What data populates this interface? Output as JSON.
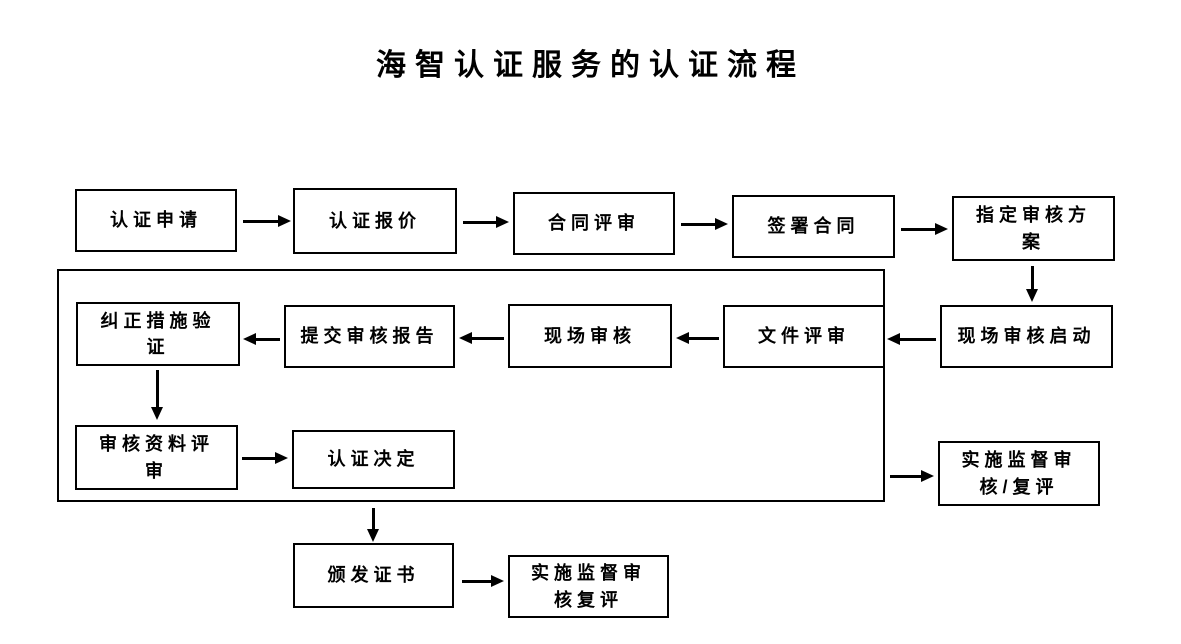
{
  "title": "海智认证服务的认证流程",
  "colors": {
    "ink": "#000000",
    "background": "#ffffff"
  },
  "nodes": {
    "apply": {
      "label": "认证申请"
    },
    "quote": {
      "label": "认证报价"
    },
    "contract_review": {
      "label": "合同评审"
    },
    "sign_contract": {
      "label": "签署合同"
    },
    "audit_plan": {
      "label": "指定审核方\n案"
    },
    "onsite_start": {
      "label": "现场审核启动"
    },
    "doc_review": {
      "label": "文件评审"
    },
    "onsite_audit": {
      "label": "现场审核"
    },
    "submit_report": {
      "label": "提交审核报告"
    },
    "corrective": {
      "label": "纠正措施验\n证"
    },
    "material_review": {
      "label": "审核资料评\n审"
    },
    "decision": {
      "label": "认证决定"
    },
    "issue_cert": {
      "label": "颁发证书"
    },
    "supervision_bottom": {
      "label": "实施监督审\n核复评"
    },
    "supervision_right": {
      "label": "实施监督审\n核/复评"
    }
  },
  "edges": [
    {
      "from": "apply",
      "to": "quote",
      "direction": "right"
    },
    {
      "from": "quote",
      "to": "contract_review",
      "direction": "right"
    },
    {
      "from": "contract_review",
      "to": "sign_contract",
      "direction": "right"
    },
    {
      "from": "sign_contract",
      "to": "audit_plan",
      "direction": "right"
    },
    {
      "from": "audit_plan",
      "to": "onsite_start",
      "direction": "down"
    },
    {
      "from": "onsite_start",
      "to": "doc_review",
      "direction": "left"
    },
    {
      "from": "doc_review",
      "to": "onsite_audit",
      "direction": "left"
    },
    {
      "from": "onsite_audit",
      "to": "submit_report",
      "direction": "left"
    },
    {
      "from": "submit_report",
      "to": "corrective",
      "direction": "left"
    },
    {
      "from": "corrective",
      "to": "material_review",
      "direction": "down"
    },
    {
      "from": "material_review",
      "to": "decision",
      "direction": "right"
    },
    {
      "from": "decision",
      "to": "issue_cert",
      "direction": "down"
    },
    {
      "from": "issue_cert",
      "to": "supervision_bottom",
      "direction": "right"
    },
    {
      "from": "process_frame",
      "to": "supervision_right",
      "direction": "right"
    }
  ]
}
